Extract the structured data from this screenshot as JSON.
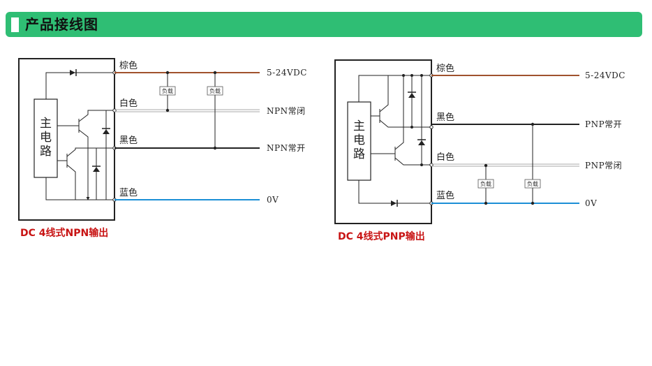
{
  "header": {
    "title": "产品接线图"
  },
  "colors": {
    "brown": "#a0522d",
    "black": "#222222",
    "blue": "#1c8fd6",
    "white_wire": "#aaaaaa",
    "caption": "#c81414",
    "header": "#2fbe74"
  },
  "npn": {
    "caption": "DC 4线式NPN输出",
    "main_block": [
      "主",
      "电",
      "路"
    ],
    "wires": {
      "brown": "棕色",
      "white": "白色",
      "black": "黑色",
      "blue": "蓝色"
    },
    "terminals": {
      "power": "5-24VDC",
      "nc": "NPN常闭",
      "no": "NPN常开",
      "zero": "0V"
    },
    "load": "负载"
  },
  "pnp": {
    "caption": "DC 4线式PNP输出",
    "main_block": [
      "主",
      "电",
      "路"
    ],
    "wires": {
      "brown": "棕色",
      "black": "黑色",
      "white": "白色",
      "blue": "蓝色"
    },
    "terminals": {
      "power": "5-24VDC",
      "no": "PNP常开",
      "nc": "PNP常闭",
      "zero": "0V"
    },
    "load": "负载"
  }
}
